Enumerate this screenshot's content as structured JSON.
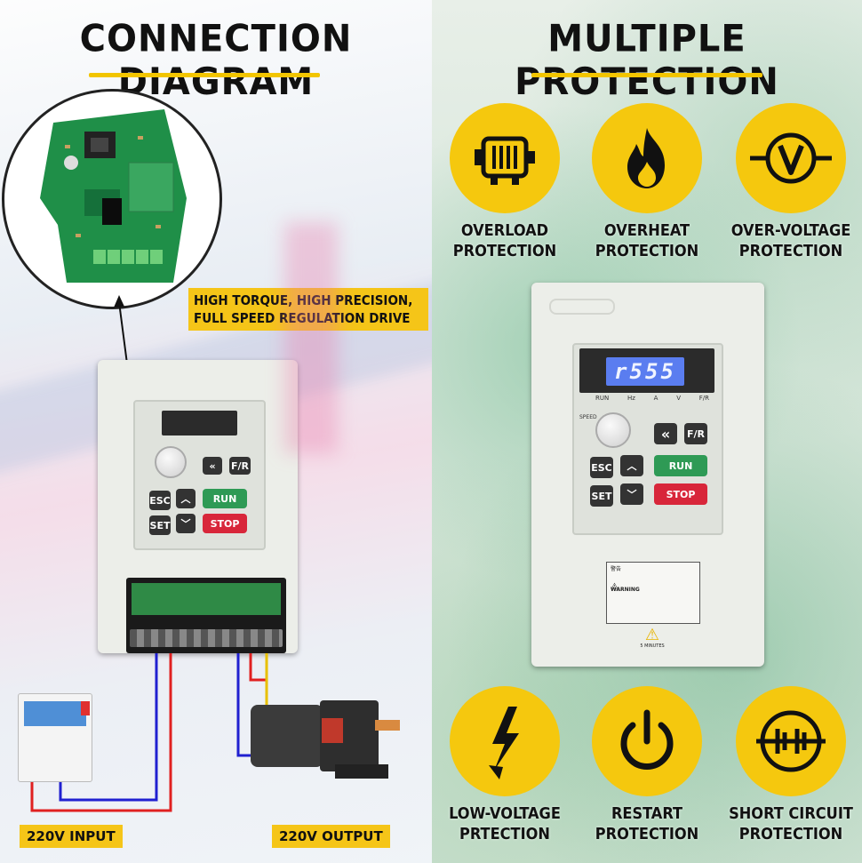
{
  "left": {
    "heading": "CONNECTION DIAGRAM",
    "callout_line1": "HIGH TORQUE, HIGH PRECISION,",
    "callout_line2": "FULL SPEED REGULATION DRIVE",
    "input_label": "220V INPUT",
    "output_label": "220V OUTPUT"
  },
  "right": {
    "heading": "MULTIPLE PROTECTION",
    "display_text": "r555",
    "indicators": [
      "RUN",
      "Hz",
      "A",
      "V",
      "F/R"
    ],
    "speed_label": "SPEED",
    "keys": {
      "back": "«",
      "fr": "F/R",
      "esc": "ESC",
      "run": "RUN",
      "set": "SET",
      "stop": "STOP"
    },
    "warning_title": "警告",
    "warning_heading": "WARNING",
    "warning_time": "5 MINUTES",
    "protections": [
      {
        "line1": "OVERLOAD",
        "line2": "PROTECTION",
        "icon": "motor-icon"
      },
      {
        "line1": "OVERHEAT",
        "line2": "PROTECTION",
        "icon": "flame-icon"
      },
      {
        "line1": "OVER-VOLTAGE",
        "line2": "PROTECTION",
        "icon": "voltmeter-icon"
      },
      {
        "line1": "LOW-VOLTAGE",
        "line2": "PRTECTION",
        "icon": "lightning-icon"
      },
      {
        "line1": "RESTART",
        "line2": "PROTECTION",
        "icon": "power-icon"
      },
      {
        "line1": "SHORT CIRCUIT",
        "line2": "PROTECTION",
        "icon": "short-circuit-icon"
      }
    ]
  },
  "left_keys": {
    "esc": "ESC",
    "set": "SET",
    "run": "RUN",
    "stop": "STOP",
    "fr": "F/R"
  },
  "colors": {
    "accent_yellow": "#f5c80e",
    "run_green": "#2e9a55",
    "stop_red": "#d8263a",
    "lcd_blue": "#5a7df0",
    "wire_red": "#e02020",
    "wire_blue": "#2020d0"
  }
}
